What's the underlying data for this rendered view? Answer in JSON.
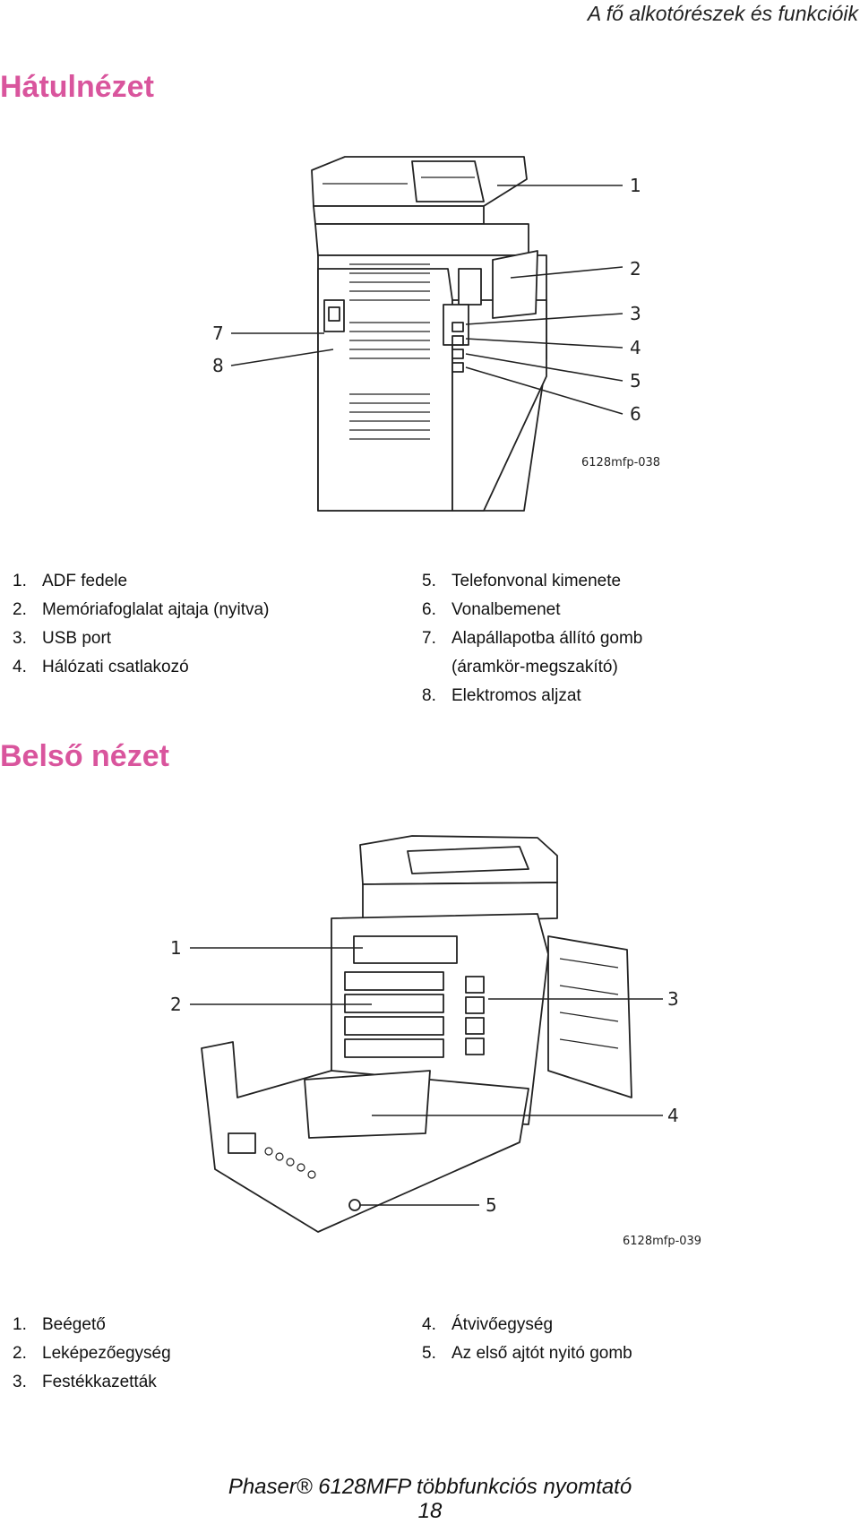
{
  "header": {
    "chapter": "A fő alkotórészek és funkcióik"
  },
  "rear": {
    "title": "Hátulnézet",
    "figure_id": "6128mfp-038",
    "callouts": [
      "1",
      "2",
      "3",
      "4",
      "5",
      "6",
      "7",
      "8"
    ],
    "left": [
      {
        "num": "1.",
        "text": "ADF fedele"
      },
      {
        "num": "2.",
        "text": "Memóriafoglalat ajtaja (nyitva)"
      },
      {
        "num": "3.",
        "text": "USB port"
      },
      {
        "num": "4.",
        "text": "Hálózati csatlakozó"
      }
    ],
    "right": [
      {
        "num": "5.",
        "text": "Telefonvonal kimenete"
      },
      {
        "num": "6.",
        "text": "Vonalbemenet"
      },
      {
        "num": "7.",
        "text": "Alapállapotba állító gomb",
        "cont": "(áramkör-megszakító)"
      },
      {
        "num": "8.",
        "text": "Elektromos aljzat"
      }
    ]
  },
  "inner": {
    "title": "Belső nézet",
    "figure_id": "6128mfp-039",
    "callouts": [
      "1",
      "2",
      "3",
      "4",
      "5"
    ],
    "left": [
      {
        "num": "1.",
        "text": "Beégető"
      },
      {
        "num": "2.",
        "text": "Leképezőegység"
      },
      {
        "num": "3.",
        "text": "Festékkazetták"
      }
    ],
    "right": [
      {
        "num": "4.",
        "text": "Átvivőegység"
      },
      {
        "num": "5.",
        "text": "Az első ajtót nyitó gomb"
      }
    ]
  },
  "footer": {
    "product": "Phaser® 6128MFP többfunkciós nyomtató",
    "page": "18"
  }
}
